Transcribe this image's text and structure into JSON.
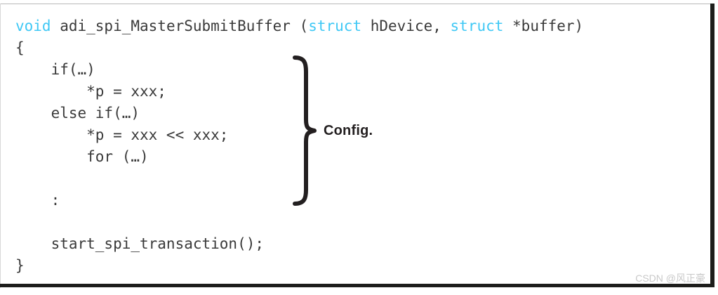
{
  "slide": {
    "background_color": "#ffffff",
    "border_color_light": "#b9b9b9",
    "border_color_dark": "#1d1d1b"
  },
  "code": {
    "language": "c",
    "keyword_color": "#3fc8f5",
    "text_color": "#3a3a3a",
    "lines": [
      {
        "id": "signature",
        "segments": [
          {
            "text": "void",
            "kind": "keyword"
          },
          {
            "text": " adi_spi_MasterSubmitBuffer (",
            "kind": "plain"
          },
          {
            "text": "struct",
            "kind": "keyword"
          },
          {
            "text": " hDevice, ",
            "kind": "plain"
          },
          {
            "text": "struct",
            "kind": "keyword"
          },
          {
            "text": " *buffer)",
            "kind": "plain"
          }
        ]
      },
      {
        "id": "open-brace",
        "segments": [
          {
            "text": "{",
            "kind": "plain"
          }
        ]
      },
      {
        "id": "if",
        "segments": [
          {
            "text": "    if(…)",
            "kind": "plain"
          }
        ]
      },
      {
        "id": "assign-1",
        "segments": [
          {
            "text": "        *p = xxx;",
            "kind": "plain"
          }
        ]
      },
      {
        "id": "else-if",
        "segments": [
          {
            "text": "    else if(…)",
            "kind": "plain"
          }
        ]
      },
      {
        "id": "assign-2",
        "segments": [
          {
            "text": "        *p = xxx << xxx;",
            "kind": "plain"
          }
        ]
      },
      {
        "id": "for",
        "segments": [
          {
            "text": "        for (…)",
            "kind": "plain"
          }
        ]
      },
      {
        "id": "blank-1",
        "segments": [
          {
            "text": "",
            "kind": "plain"
          }
        ]
      },
      {
        "id": "continuation-colon",
        "segments": [
          {
            "text": "    :",
            "kind": "plain"
          }
        ]
      },
      {
        "id": "blank-2",
        "segments": [
          {
            "text": "",
            "kind": "plain"
          }
        ]
      },
      {
        "id": "start-transaction",
        "segments": [
          {
            "text": "    start_spi_transaction();",
            "kind": "plain"
          }
        ]
      },
      {
        "id": "close-brace",
        "segments": [
          {
            "text": "}",
            "kind": "plain"
          }
        ]
      }
    ]
  },
  "annotation": {
    "label": "Config.",
    "color": "#231f20",
    "brace_color": "#231f20",
    "brace_spans_lines": [
      "if",
      "assign-1",
      "else-if",
      "assign-2",
      "for",
      "blank-1",
      "continuation-colon"
    ]
  },
  "watermark": {
    "text": "CSDN @风正豪",
    "color": "#c9c9c9"
  }
}
